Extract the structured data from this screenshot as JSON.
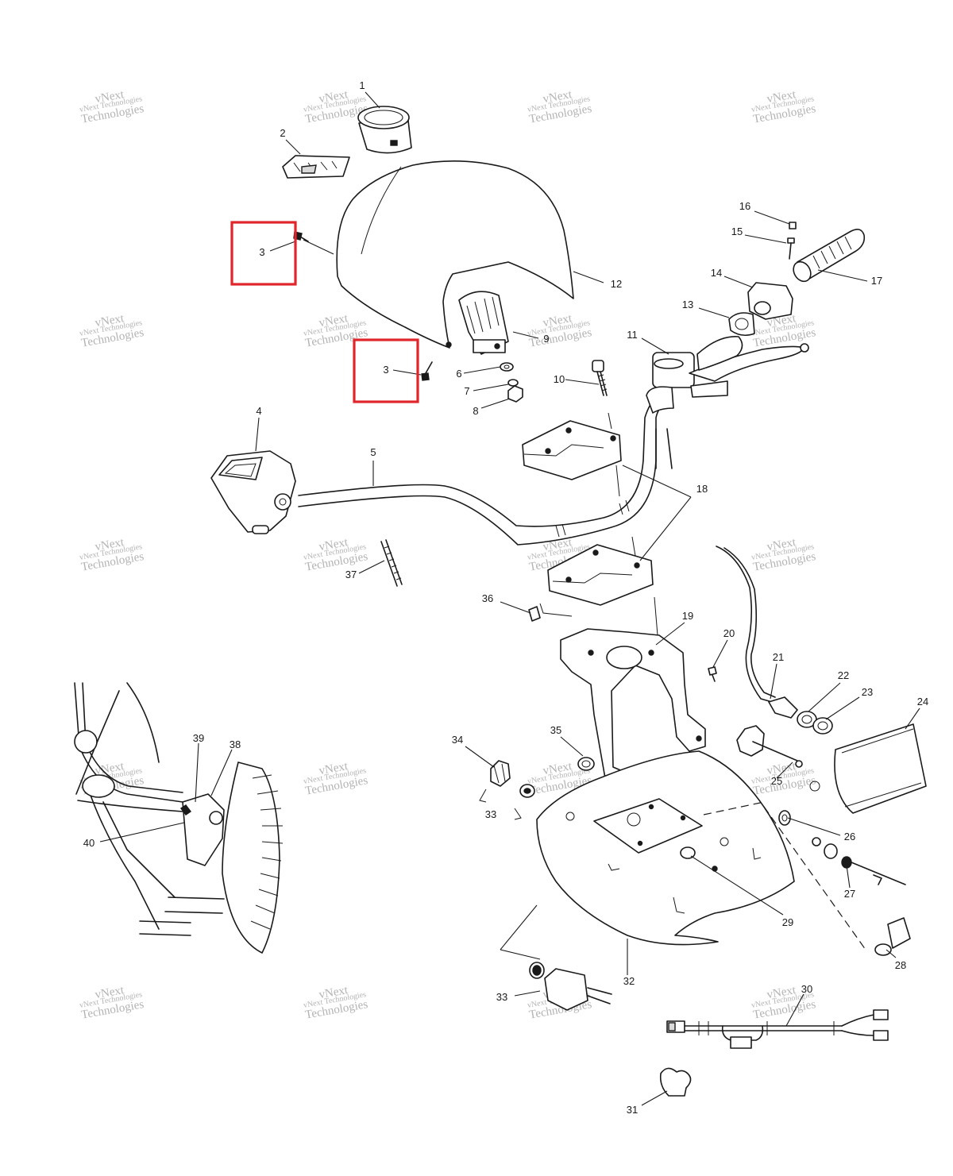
{
  "watermark": {
    "line1": "vNext Technologies",
    "line2_a": "vNext",
    "line2_b": "Technologies"
  },
  "callouts": [
    "1",
    "2",
    "3",
    "3",
    "4",
    "5",
    "6",
    "7",
    "8",
    "9",
    "10",
    "11",
    "12",
    "13",
    "14",
    "15",
    "16",
    "17",
    "18",
    "19",
    "20",
    "21",
    "22",
    "23",
    "24",
    "25",
    "26",
    "27",
    "28",
    "29",
    "30",
    "31",
    "32",
    "33",
    "33",
    "34",
    "35",
    "36",
    "37",
    "38",
    "39",
    "40"
  ],
  "colors": {
    "highlight": "#e0262b",
    "line": "#1a1a1a",
    "watermark": "#9a9a9a"
  },
  "highlighted_callout": "3"
}
